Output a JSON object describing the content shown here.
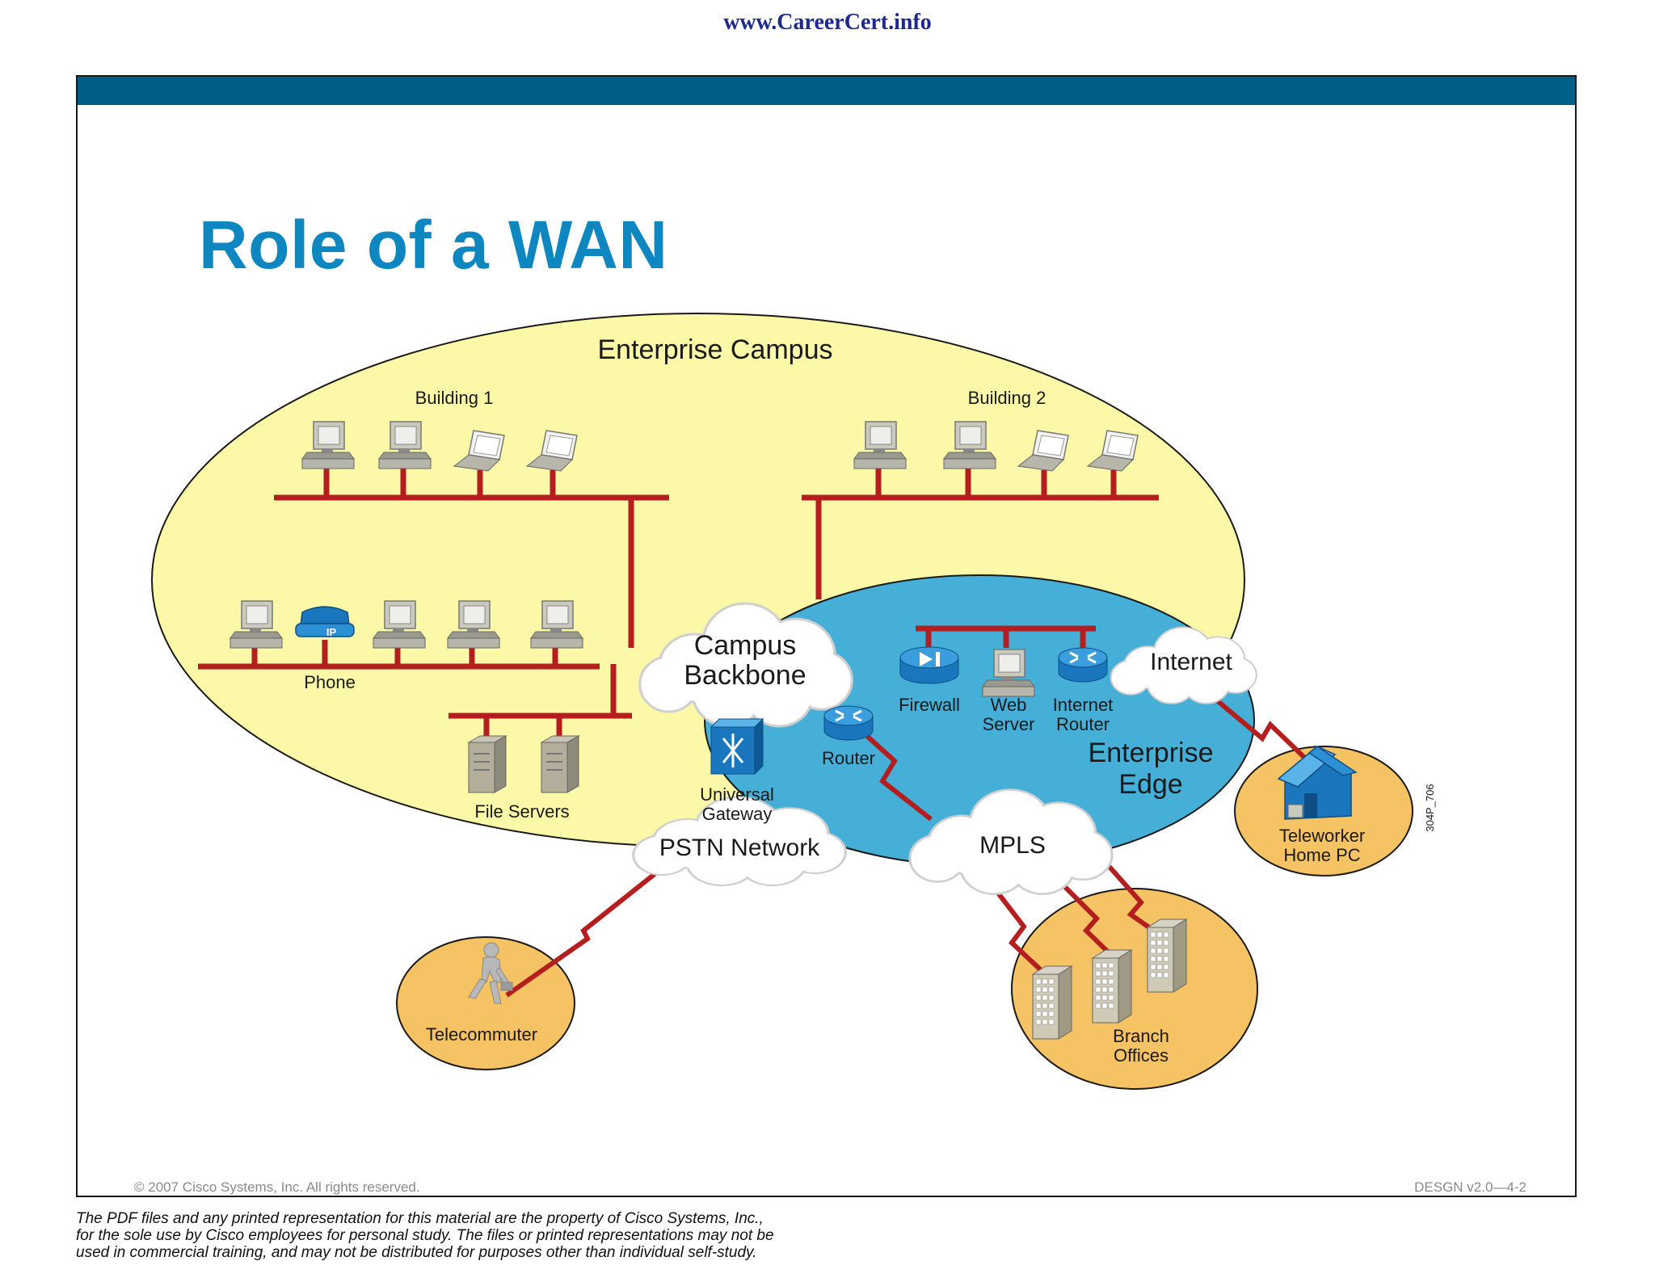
{
  "header": {
    "site": "www.CareerCert.info"
  },
  "slide": {
    "title": "Role of a WAN",
    "copyright": "© 2007 Cisco Systems, Inc. All rights reserved.",
    "code": "DESGN v2.0—4-2"
  },
  "diagram": {
    "enterprise_campus": "Enterprise Campus",
    "building1": "Building 1",
    "building2": "Building 2",
    "phone": "Phone",
    "phone_badge": "IP",
    "file_servers": "File Servers",
    "campus_backbone": [
      "Campus",
      "Backbone"
    ],
    "firewall": "Firewall",
    "web_server": [
      "Web",
      "Server"
    ],
    "internet_router": [
      "Internet",
      "Router"
    ],
    "internet": "Internet",
    "router": "Router",
    "enterprise_edge": [
      "Enterprise",
      "Edge"
    ],
    "universal_gateway": [
      "Universal",
      "Gateway"
    ],
    "pstn": "PSTN Network",
    "mpls": "MPLS",
    "teleworker": [
      "Teleworker",
      "Home PC"
    ],
    "telecommuter": "Telecommuter",
    "branch": [
      "Branch",
      "Offices"
    ],
    "figure_code": "304P_706"
  },
  "colors": {
    "header": "#1d2a8c",
    "bar": "#005f86",
    "title": "#0e86bf",
    "campus_fill": "#fbf8a8",
    "edge_fill": "#46afd8",
    "remote_fill": "#f5c264",
    "link": "#b41e1e"
  },
  "disclaimer": [
    "The PDF files and any printed representation for this material are the property of Cisco Systems, Inc.,",
    "for the sole use by Cisco employees for personal study. The files or printed representations may not be",
    "used in commercial training, and may not be distributed for purposes other than individual self-study."
  ]
}
